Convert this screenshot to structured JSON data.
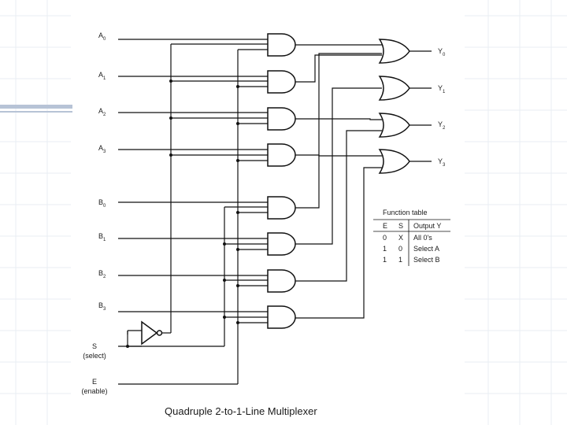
{
  "inputs": {
    "a0": {
      "base": "A",
      "sub": "0"
    },
    "a1": {
      "base": "A",
      "sub": "1"
    },
    "a2": {
      "base": "A",
      "sub": "2"
    },
    "a3": {
      "base": "A",
      "sub": "3"
    },
    "b0": {
      "base": "B",
      "sub": "0"
    },
    "b1": {
      "base": "B",
      "sub": "1"
    },
    "b2": {
      "base": "B",
      "sub": "2"
    },
    "b3": {
      "base": "B",
      "sub": "3"
    },
    "s": {
      "name": "S",
      "desc": "(select)"
    },
    "e": {
      "name": "E",
      "desc": "(enable)"
    }
  },
  "outputs": {
    "y0": {
      "base": "Y",
      "sub": "0"
    },
    "y1": {
      "base": "Y",
      "sub": "1"
    },
    "y2": {
      "base": "Y",
      "sub": "2"
    },
    "y3": {
      "base": "Y",
      "sub": "3"
    }
  },
  "function_table": {
    "title": "Function table",
    "headers": [
      "E",
      "S",
      "Output Y"
    ],
    "rows": [
      [
        "0",
        "X",
        "All 0's"
      ],
      [
        "1",
        "0",
        "Select A"
      ],
      [
        "1",
        "1",
        "Select B"
      ]
    ]
  },
  "caption": "Quadruple 2-to-1-Line Multiplexer",
  "colors": {
    "wire": "#111111",
    "accent": "#b7c3d6",
    "background": "#ffffff"
  }
}
